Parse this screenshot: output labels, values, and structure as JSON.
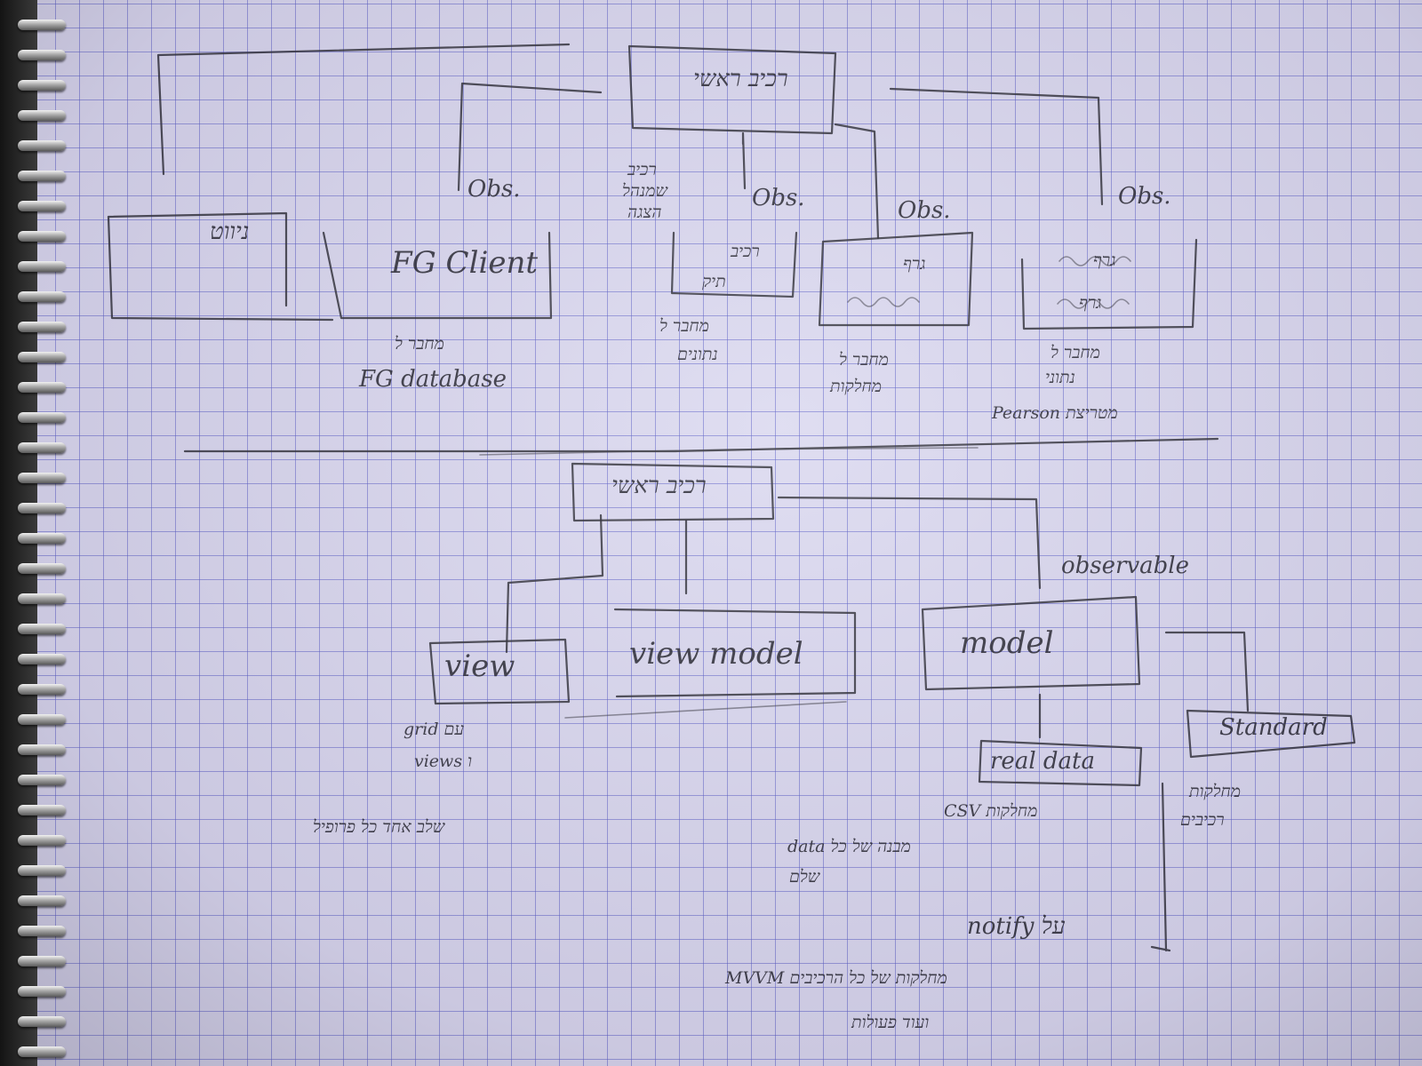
{
  "diagram": {
    "top": {
      "root_label": "רכיב ראשי",
      "obs_labels": [
        "Obs.",
        "Obs.",
        "Obs.",
        "Obs."
      ],
      "root_side_note": [
        "רכיב",
        "שמנהל",
        "הצגה"
      ],
      "boxes": [
        {
          "label": "ניווט",
          "notes": []
        },
        {
          "label": "FG Client",
          "notes": [
            "מחבר ל",
            "FG database"
          ]
        },
        {
          "label": "רכיב",
          "sub": "תיק",
          "notes": [
            "מחבר ל",
            "נתונים"
          ]
        },
        {
          "label": "גרף",
          "notes": [
            "מחבר ל",
            "מחלקות"
          ]
        },
        {
          "label": "גרף",
          "sub": "גרף",
          "notes": [
            "מחבר ל",
            "נתוני",
            "Pearson מטריצת"
          ]
        }
      ]
    },
    "bottom": {
      "root_label": "רכיב ראשי",
      "observable_label": "observable",
      "view": {
        "label": "view",
        "notes": [
          "grid עם",
          "views ו",
          "שלב אחד כל פרופיל"
        ]
      },
      "view_model": {
        "label": "view model"
      },
      "model": {
        "label": "model"
      },
      "real_data": {
        "label": "real data",
        "notes": [
          "CSV מחלקות",
          "מבנה של כל data",
          "שלם",
          "notify על"
        ]
      },
      "standard": {
        "label": "Standard",
        "notes": [
          "מחלקות",
          "רכיבים"
        ]
      },
      "footer_notes": [
        "מחלקות של כל הרכיבים MVVM",
        "ועוד פעולות"
      ]
    }
  }
}
